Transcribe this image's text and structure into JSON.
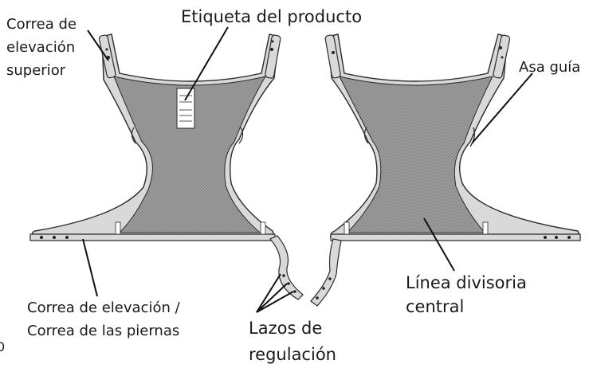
{
  "labels": {
    "product_label": "Etiqueta del producto",
    "upper_strap": "Correa de elevación superior",
    "guide_handle": "Asa guía",
    "leg_strap": "Correa de elevación / Correa de las piernas",
    "adjust_loops": "Lazos de regulación",
    "center_line": "Línea divisoria central",
    "page_fragment": "0"
  },
  "colors": {
    "mesh_fill": "#8c8c8c",
    "mesh_dot": "#b4b4b4",
    "border_fill": "#d9d9d9",
    "outline": "#2a2a2a",
    "leader": "#111111",
    "text": "#1a1a1a"
  }
}
